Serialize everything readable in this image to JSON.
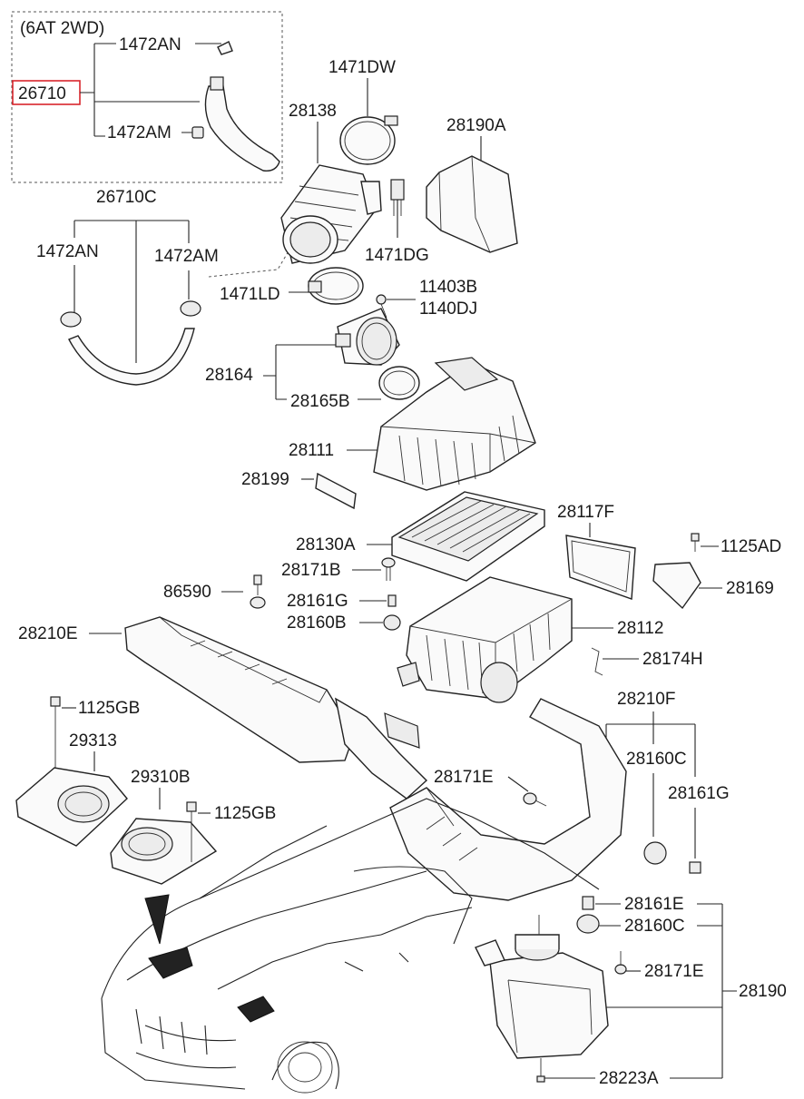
{
  "diagram": {
    "variant_label": "(6AT 2WD)",
    "highlighted_part": "26710",
    "labels": {
      "p1472AN_top": "1472AN",
      "p26710": "26710",
      "p1472AM_top": "1472AM",
      "p26710C": "26710C",
      "p1472AN": "1472AN",
      "p1472AM": "1472AM",
      "p1471DW": "1471DW",
      "p28138": "28138",
      "p28190A": "28190A",
      "p1471DG": "1471DG",
      "p1471LD": "1471LD",
      "p11403B": "11403B",
      "p1140DJ": "1140DJ",
      "p28164": "28164",
      "p28165B": "28165B",
      "p28111": "28111",
      "p28199": "28199",
      "p28117F": "28117F",
      "p28130A": "28130A",
      "p1125AD": "1125AD",
      "p28171B": "28171B",
      "p28169": "28169",
      "p86590": "86590",
      "p28161G_a": "28161G",
      "p28160B": "28160B",
      "p28112": "28112",
      "p28210E": "28210E",
      "p28174H": "28174H",
      "p1125GB_a": "1125GB",
      "p28210F": "28210F",
      "p29313": "29313",
      "p28160C_a": "28160C",
      "p28171E_a": "28171E",
      "p29310B": "29310B",
      "p28161G_b": "28161G",
      "p1125GB_b": "1125GB",
      "p28161E": "28161E",
      "p28160C_b": "28160C",
      "p28171E_b": "28171E",
      "p28190": "28190",
      "p28223A": "28223A"
    }
  }
}
